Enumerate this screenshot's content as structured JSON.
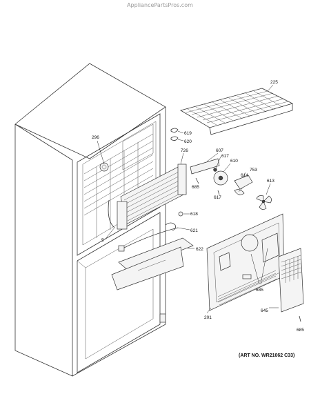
{
  "watermark": "AppliancePartsPros.com",
  "art_number": "(ART NO. WR21062 C33)",
  "callouts": [
    {
      "id": "225",
      "label": "225"
    },
    {
      "id": "296",
      "label": "296"
    },
    {
      "id": "619",
      "label": "619"
    },
    {
      "id": "620",
      "label": "620"
    },
    {
      "id": "726",
      "label": "726"
    },
    {
      "id": "607",
      "label": "607"
    },
    {
      "id": "617a",
      "label": "617"
    },
    {
      "id": "610",
      "label": "610"
    },
    {
      "id": "753",
      "label": "753"
    },
    {
      "id": "614",
      "label": "614"
    },
    {
      "id": "613",
      "label": "613"
    },
    {
      "id": "685a",
      "label": "685"
    },
    {
      "id": "617b",
      "label": "617"
    },
    {
      "id": "618",
      "label": "618"
    },
    {
      "id": "621",
      "label": "621"
    },
    {
      "id": "5",
      "label": "5"
    },
    {
      "id": "622",
      "label": "622"
    },
    {
      "id": "685b",
      "label": "685"
    },
    {
      "id": "201",
      "label": "201"
    },
    {
      "id": "645",
      "label": "645"
    },
    {
      "id": "685c",
      "label": "685"
    }
  ]
}
